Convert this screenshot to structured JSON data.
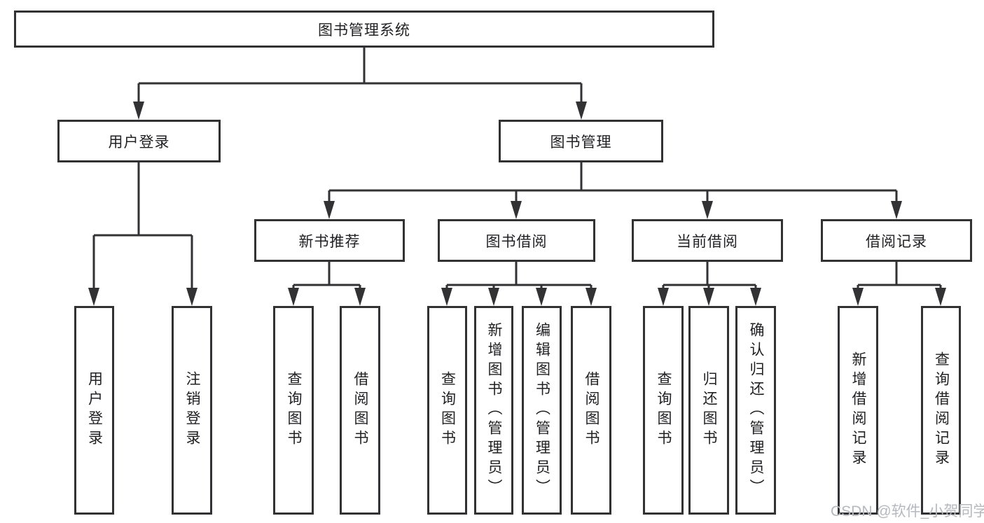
{
  "diagram": {
    "root": {
      "label": "图书管理系统"
    },
    "branches": [
      {
        "label": "用户登录",
        "children": [
          {
            "label": "用户登录"
          },
          {
            "label": "注销登录"
          }
        ]
      },
      {
        "label": "图书管理",
        "sections": [
          {
            "label": "新书推荐",
            "children": [
              {
                "label": "查询图书"
              },
              {
                "label": "借阅图书"
              }
            ]
          },
          {
            "label": "图书借阅",
            "children": [
              {
                "label": "查询图书"
              },
              {
                "label": "新增图书（管理员）"
              },
              {
                "label": "编辑图书（管理员）"
              },
              {
                "label": "借阅图书"
              }
            ]
          },
          {
            "label": "当前借阅",
            "children": [
              {
                "label": "查询图书"
              },
              {
                "label": "归还图书"
              },
              {
                "label": "确认归还（管理员）"
              }
            ]
          },
          {
            "label": "借阅记录",
            "children": [
              {
                "label": "新增借阅记录"
              },
              {
                "label": "查询借阅记录"
              }
            ]
          }
        ]
      }
    ]
  },
  "watermark": {
    "text": "CSDN @软件_小贺同学"
  },
  "colors": {
    "line": "#323234",
    "box_border": "#323234",
    "text": "#212124",
    "watermark": "#b5b9bf",
    "background": "#ffffff"
  }
}
